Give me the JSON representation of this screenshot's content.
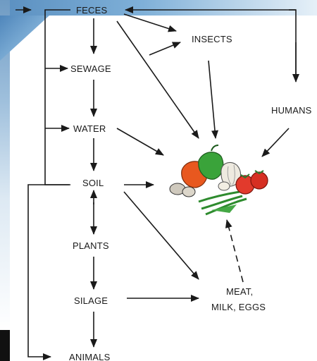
{
  "diagram": {
    "nodes": {
      "feces": "FECES",
      "insects": "INSECTS",
      "sewage": "SEWAGE",
      "humans": "HUMANS",
      "water": "WATER",
      "soil": "SOIL",
      "plants": "PLANTS",
      "silage": "SILAGE",
      "meat_line1": "MEAT,",
      "meat_line2": "MILK, EGGS",
      "animals": "ANIMALS"
    },
    "center_image": "vegetables-illustration",
    "colors": {
      "ink": "#1a1a1a",
      "slide_accent": "#5a8fc0",
      "carrot": "#e8581f",
      "pepper_green": "#3aa33a",
      "tomato": "#e23a2c",
      "garlic": "#eeeae0"
    }
  }
}
